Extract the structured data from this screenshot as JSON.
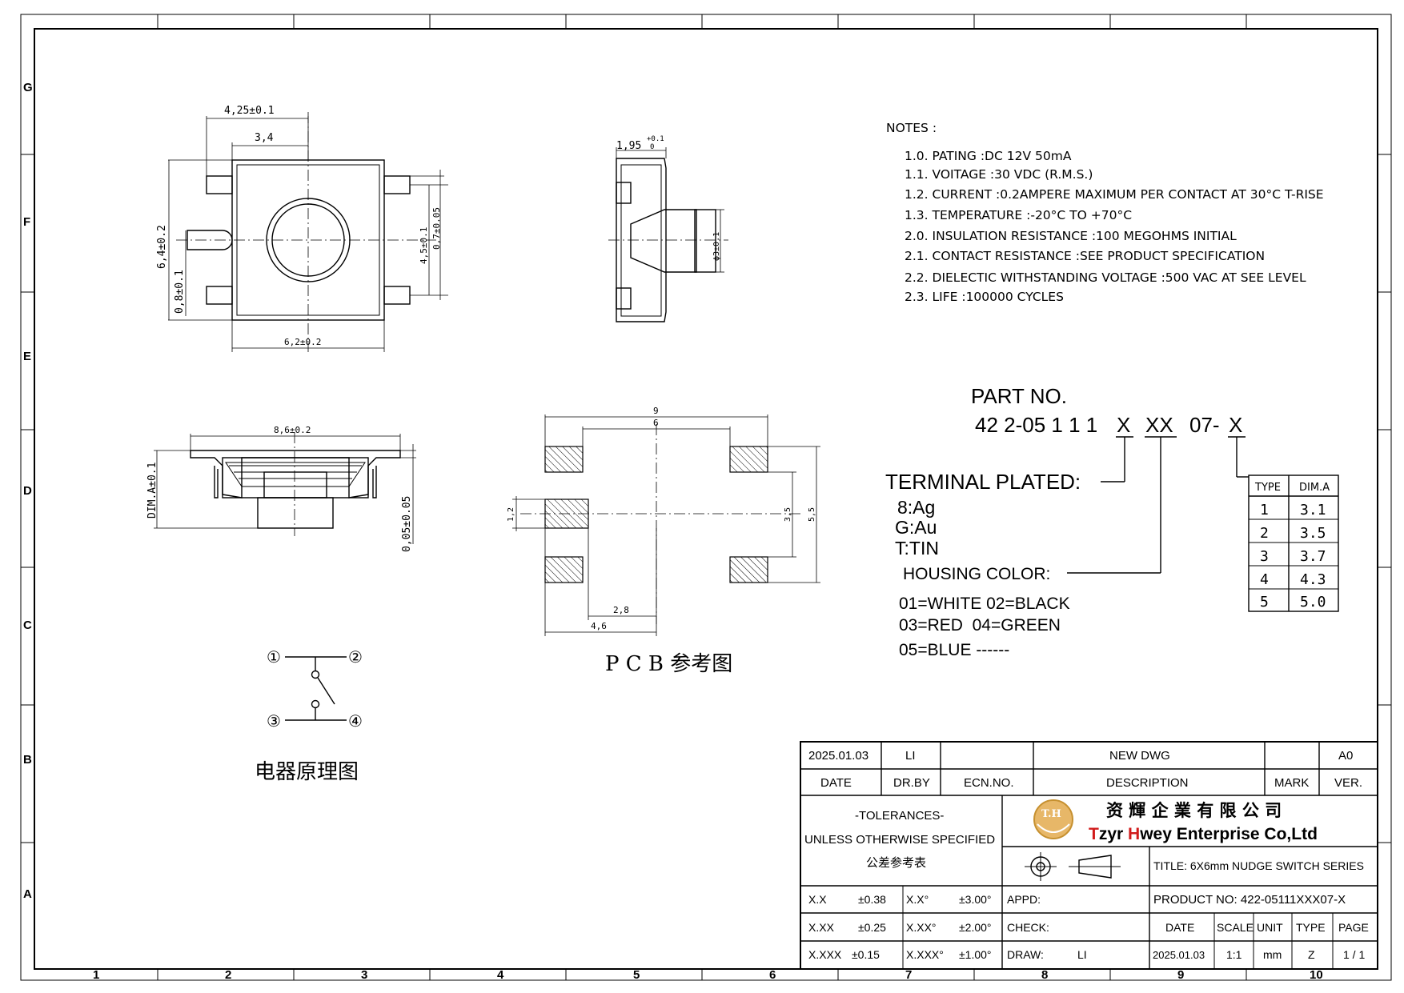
{
  "zones": {
    "columns": [
      "1",
      "2",
      "3",
      "4",
      "5",
      "6",
      "7",
      "8",
      "9",
      "10"
    ],
    "rows": [
      "G",
      "F",
      "E",
      "D",
      "C",
      "B",
      "A"
    ]
  },
  "top_view": {
    "dim_overall_width": "4,25±0.1",
    "dim_inner_width": "3,4",
    "dim_height": "6,4±0.2",
    "dim_peg": "0,8±0.1",
    "dim_terminal_pitch": "4,5±0.1",
    "dim_terminal_width": "0,7±0.05",
    "dim_body_width": "6,2±0.2"
  },
  "side_view": {
    "dim_top": "1,95",
    "dim_top_tol_upper": "+0.1",
    "dim_top_tol_lower": "0",
    "dim_actuator": "ϕ3±0.1"
  },
  "front_view": {
    "dim_width": "8,6±0.2",
    "dim_height": "DIM.A±0.1",
    "dim_thickness": "0,05±0.05"
  },
  "pcb": {
    "dim_9": "9",
    "dim_6": "6",
    "dim_1_2": "1,2",
    "dim_3_5": "3,5",
    "dim_5_5": "5,5",
    "dim_2_8": "2,8",
    "dim_4_6": "4,6",
    "caption": "P C B 参考图"
  },
  "schematic": {
    "pin1": "①",
    "pin2": "②",
    "pin3": "③",
    "pin4": "④",
    "caption": "电器原理图"
  },
  "notes": {
    "heading": "NOTES :",
    "lines": [
      "1.0.  PATING :DC  12V  50mA",
      "1.1.  VOITAGE  :30  VDC  (R.M.S.)",
      "1.2.  CURRENT  :0.2AMPERE  MAXIMUM  PER  CONTACT  AT  30°C  T-RISE",
      "1.3.  TEMPERATURE  :-20°C  TO  +70°C",
      "2.0.  INSULATION  RESISTANCE  :100  MEGOHMS  INITIAL",
      "2.1.  CONTACT  RESISTANCE  :SEE  PRODUCT  SPECIFICATION",
      "2.2.  DIELECTIC  WITHSTANDING  VOLTAGE  :500  VAC  AT  SEE  LEVEL",
      "2.3.  LIFE  :100000  CYCLES"
    ]
  },
  "part_no": {
    "title": "PART NO.",
    "code_prefix": "42 2-05 1 1 1 ",
    "x1": "X",
    "xx": "XX",
    "suffix": "07-",
    "x2": "X",
    "terminal_label": "TERMINAL PLATED:",
    "terminal_options": [
      "8:Ag",
      "G:Au",
      "T:TIN"
    ],
    "housing_label": "HOUSING COLOR:",
    "housing_options": [
      "01=WHITE 02=BLACK",
      "03=RED  04=GREEN",
      "05=BLUE ------"
    ],
    "type_table": {
      "headers": [
        "TYPE",
        "DIM.A"
      ],
      "rows": [
        [
          "1",
          "3.1"
        ],
        [
          "2",
          "3.5"
        ],
        [
          "3",
          "3.7"
        ],
        [
          "4",
          "4.3"
        ],
        [
          "5",
          "5.0"
        ]
      ]
    }
  },
  "title_block": {
    "rev_date": "2025.01.03",
    "rev_by": "LI",
    "rev_desc": "NEW DWG",
    "rev_ver": "A0",
    "hdr_date": "DATE",
    "hdr_drby": "DR.BY",
    "hdr_ecn": "ECN.NO.",
    "hdr_desc": "DESCRIPTION",
    "hdr_mark": "MARK",
    "hdr_ver": "VER.",
    "tol_title": "-TOLERANCES-",
    "tol_sub": "UNLESS OTHERWISE SPECIFIED",
    "tol_cn": "公差参考表",
    "logo_text": "T.H",
    "company_cn": "资 輝 企 業 有 限 公 司",
    "company_en_1": "T",
    "company_en_2": "zyr ",
    "company_en_3": "H",
    "company_en_4": "wey Enterprise Co,Ltd",
    "title": "TITLE: 6X6mm NUDGE SWITCH SERIES",
    "product_no": "PRODUCT NO: 422-05111XXX07-X",
    "tol_rows": [
      [
        "X.X",
        "±0.38",
        "X.X°",
        "±3.00°"
      ],
      [
        "X.XX",
        "±0.25",
        "X.XX°",
        "±2.00°"
      ],
      [
        "X.XXX",
        "±0.15",
        "X.XXX°",
        "±1.00°"
      ]
    ],
    "appd": "APPD:",
    "check": "CHECK:",
    "draw": "DRAW:",
    "draw_by": "LI",
    "info_headers": [
      "DATE",
      "SCALE",
      "UNIT",
      "TYPE",
      "PAGE"
    ],
    "info_values": [
      "2025.01.03",
      "1:1",
      "mm",
      "Z",
      "1 / 1"
    ]
  }
}
